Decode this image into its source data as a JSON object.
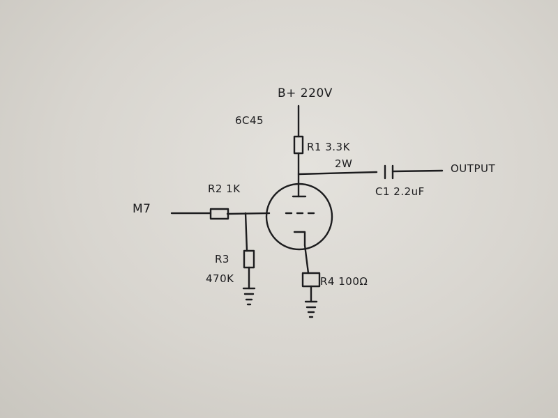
{
  "labels": {
    "supply": "B+ 220V",
    "tube": "6C45",
    "r1_name": "R1 3.3K",
    "r1_power": "2W",
    "output": "OUTPUT",
    "c1": "C1 2.2uF",
    "r2": "R2 1K",
    "input": "M7",
    "r3_name": "R3",
    "r3_value": "470K",
    "r4": "R4 100Ω"
  },
  "colors": {
    "ink": "#1c1c1e",
    "paper": "#e2e0db"
  }
}
